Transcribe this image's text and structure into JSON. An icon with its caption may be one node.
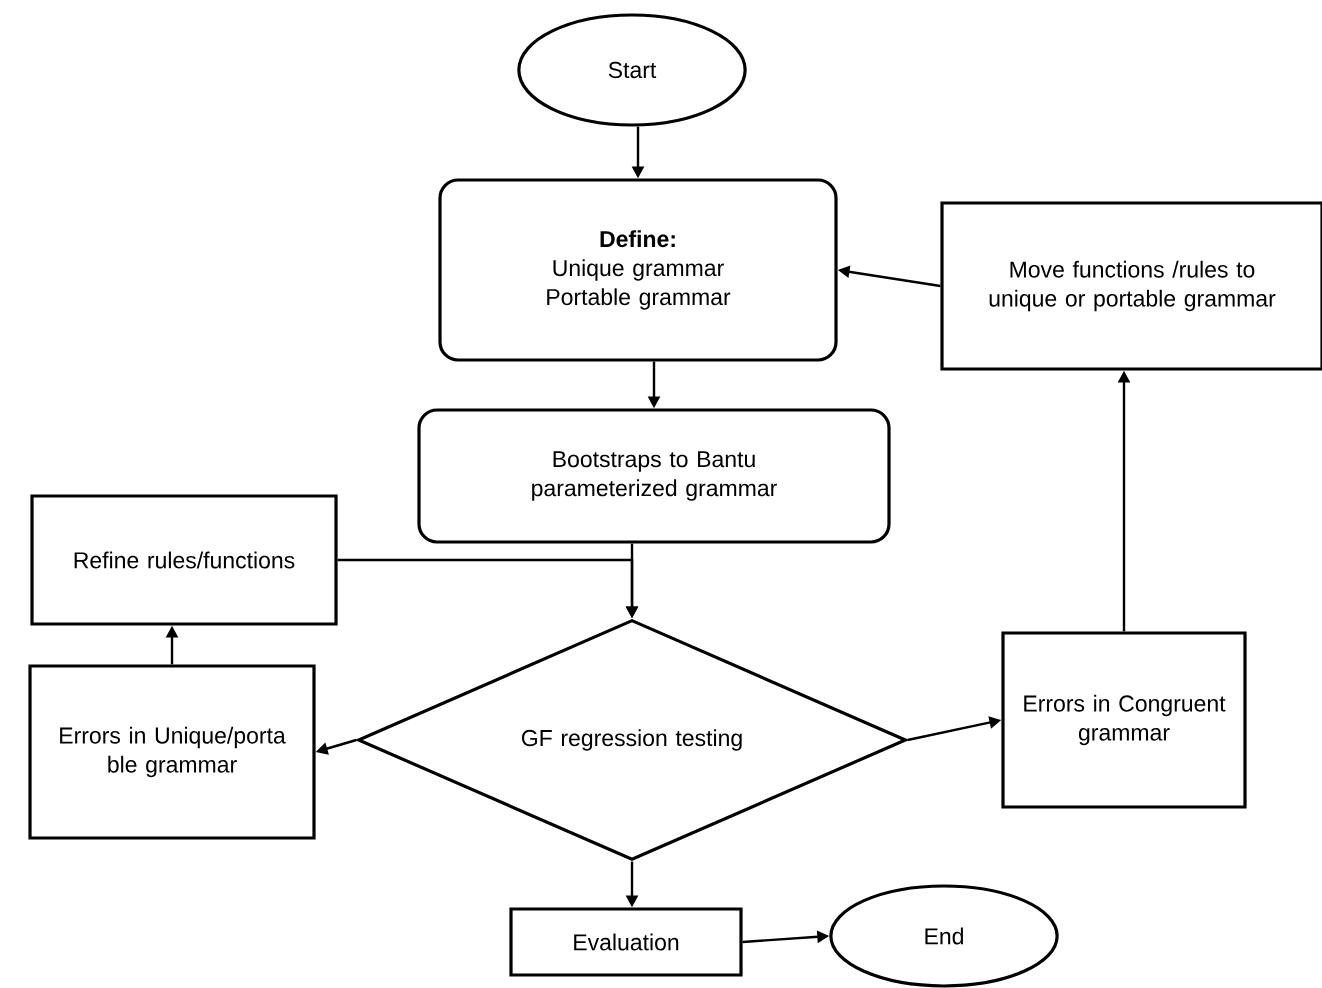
{
  "diagram": {
    "nodes": [
      {
        "text": [
          "Start"
        ]
      },
      {
        "text": [
          "Define:",
          "Unique grammar Portable grammar"
        ]
      },
      {
        "text": [
          "Bootstraps to Bantu parameterized grammar"
        ]
      },
      {
        "text": [
          "Move functions /rules to unique or portable grammar"
        ]
      },
      {
        "text": [
          "Refine rules/functions"
        ]
      },
      {
        "text": [
          "GF regression testing"
        ]
      },
      {
        "text": [
          "Errors in Unique/porta ble grammar"
        ]
      },
      {
        "text": [
          "Errors in Congruent grammar"
        ]
      },
      {
        "text": [
          "Evaluation"
        ]
      },
      {
        "text": [
          "End"
        ]
      }
    ],
    "edges": [
      {
        "from": 0,
        "to": 1,
        "arrow": "to"
      },
      {
        "from": 1,
        "to": 2,
        "arrow": "to"
      },
      {
        "from": 2,
        "to": 5,
        "arrow": "to"
      },
      {
        "from": 4,
        "to": 5,
        "arrow": "to"
      },
      {
        "from": 5,
        "to": 6,
        "arrow": "to"
      },
      {
        "from": 6,
        "to": 4,
        "arrow": "to"
      },
      {
        "from": 5,
        "to": 7,
        "arrow": "to"
      },
      {
        "from": 7,
        "to": 3,
        "arrow": "to"
      },
      {
        "from": 3,
        "to": 1,
        "arrow": "to"
      },
      {
        "from": 5,
        "to": 8,
        "arrow": "to"
      },
      {
        "from": 8,
        "to": 9,
        "arrow": "to"
      }
    ]
  }
}
